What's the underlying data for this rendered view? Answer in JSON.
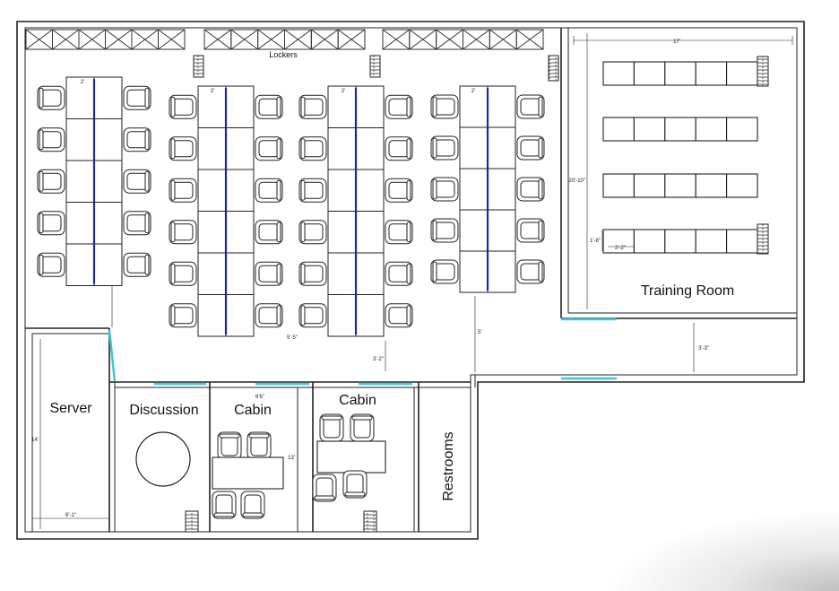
{
  "labels": {
    "lockers": "Lockers",
    "training_room": "Training Room",
    "server": "Server",
    "discussion": "Discussion",
    "cabin_1": "Cabin",
    "cabin_2": "Cabin",
    "restrooms": "Restrooms"
  },
  "dimensions": {
    "training_width": "17'",
    "training_height": "20'-10\"",
    "table_depth": "1'-8\"",
    "table_width": "2'-2\"",
    "corridor": "3'-3\"",
    "aisle": "3'-2\"",
    "workstation_run": "5'-5\"",
    "server_height": "14'",
    "server_width": "6'-1\"",
    "cabin_width": "6'6\"",
    "cabin_height": "13'",
    "desk_w1": "2'",
    "desk_w2": "2'",
    "desk_w3": "2'",
    "desk_w4": "2'",
    "gap": "5'"
  },
  "colors": {
    "wall": "#222222",
    "door": "#3ec7d8",
    "desk_divider": "#1e2a9a",
    "hatch": "#333333"
  }
}
